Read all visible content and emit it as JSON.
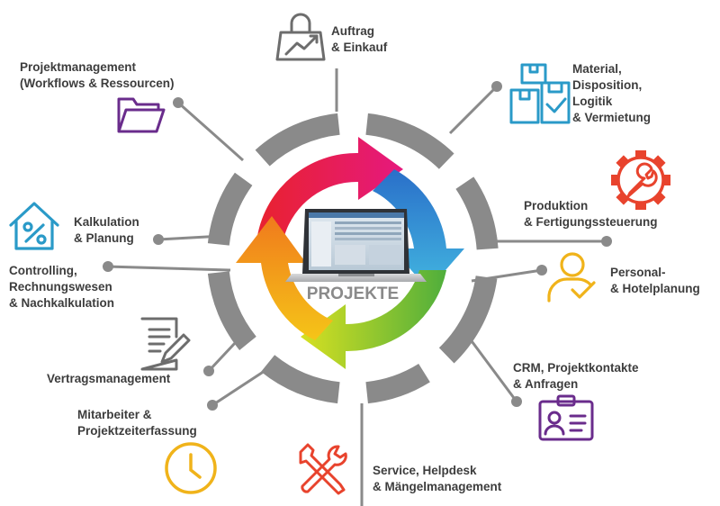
{
  "center": {
    "title": "PROJEKTE"
  },
  "modules": [
    {
      "id": "auftrag",
      "lines": [
        "Auftrag",
        "& Einkauf"
      ],
      "icon": "shopping-bag-chart-icon",
      "color": "#6d6d6d"
    },
    {
      "id": "material",
      "lines": [
        "Material,",
        "Disposition,",
        "Logitik",
        "& Vermietung"
      ],
      "icon": "boxes-checkmark-icon",
      "color": "#2a9ac8"
    },
    {
      "id": "produktion",
      "lines": [
        "Produktion",
        "& Fertigungssteuerung"
      ],
      "icon": "gear-wrench-icon",
      "color": "#e8432d"
    },
    {
      "id": "personal",
      "lines": [
        "Personal-",
        "& Hotelplanung"
      ],
      "icon": "person-checkmark-icon",
      "color": "#f0b31a"
    },
    {
      "id": "crm",
      "lines": [
        "CRM, Projektkontakte",
        "& Anfragen"
      ],
      "icon": "id-card-icon",
      "color": "#6a2c8c"
    },
    {
      "id": "service",
      "lines": [
        "Service, Helpdesk",
        "& Mängelmanagement"
      ],
      "icon": "crossed-tools-icon",
      "color": "#e8432d"
    },
    {
      "id": "mitarbeiter",
      "lines": [
        "Mitarbeiter &",
        "Projektzeiterfassung"
      ],
      "icon": "clock-icon",
      "color": "#f0b31a"
    },
    {
      "id": "vertrag",
      "lines": [
        "Vertragsmanagement"
      ],
      "icon": "document-pen-icon",
      "color": "#6d6d6d"
    },
    {
      "id": "controlling",
      "lines": [
        "Controlling,",
        "Rechnungswesen",
        "& Nachkalkulation"
      ],
      "icon": "",
      "color": ""
    },
    {
      "id": "kalkulation",
      "lines": [
        "Kalkulation",
        "& Planung"
      ],
      "icon": "house-percent-icon",
      "color": "#2a9ac8"
    },
    {
      "id": "projektmanagement",
      "lines": [
        "Projektmanagement",
        "(Workflows & Ressourcen)"
      ],
      "icon": "folder-icon",
      "color": "#6a2c8c"
    }
  ],
  "colors": {
    "ring": "#8a8a8a",
    "connector": "#8a8a8a",
    "text": "#3d3d3d",
    "cycle_magenta": "#e6197e",
    "cycle_blue": "#2e8fd6",
    "cycle_green": "#8cc63f",
    "cycle_orange": "#f39a1e"
  }
}
